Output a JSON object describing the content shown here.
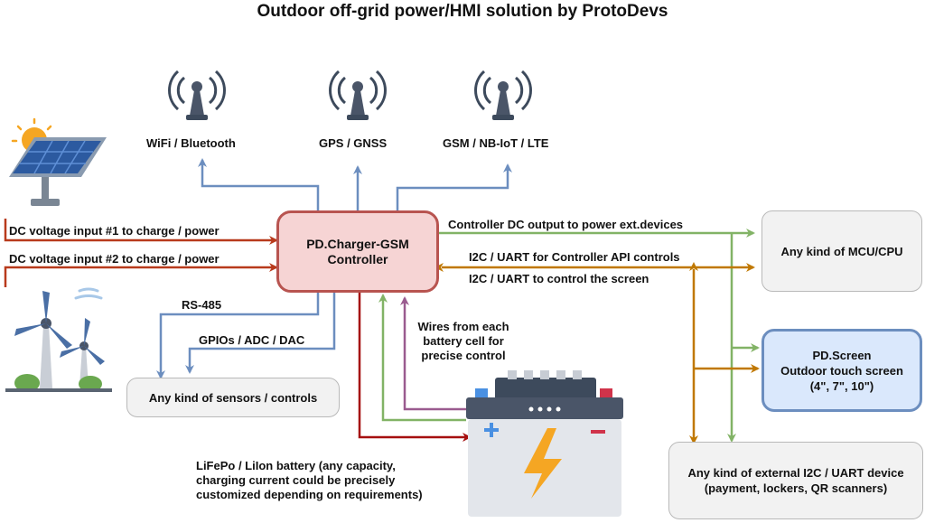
{
  "title": "Outdoor off-grid power/HMI solution by ProtoDevs",
  "antennas": [
    {
      "name": "antenna-wifi-icon",
      "label": "WiFi / Bluetooth"
    },
    {
      "name": "antenna-gps-icon",
      "label": "GPS / GNSS"
    },
    {
      "name": "antenna-gsm-icon",
      "label": "GSM / NB-IoT / LTE"
    }
  ],
  "controller": {
    "label": "PD.Charger-GSM\nController"
  },
  "inputs": {
    "dc1": "DC voltage input #1 to charge / power",
    "dc2": "DC voltage input #2 to charge / power"
  },
  "links": {
    "rs485": "RS-485",
    "gpio": "GPIOs / ADC / DAC",
    "dc_out": "Controller DC output to power ext.devices",
    "i2c_api": "I2C / UART for Controller API controls",
    "i2c_screen": "I2C / UART to control the screen",
    "wires": "Wires from each\nbattery cell for\nprecise control"
  },
  "boxes": {
    "mcu": "Any kind of MCU/CPU",
    "sensors": "Any kind of sensors / controls",
    "screen": "PD.Screen\nOutdoor touch screen\n(4\", 7\", 10\")",
    "external": "Any kind of external I2C / UART device\n(payment, lockers, QR scanners)"
  },
  "battery_note": "LiFePo / LiIon battery (any capacity,\ncharging current could be precisely\ncustomized depending on requirements)",
  "colors": {
    "power_line": "#b83a1c",
    "signal_blue": "#6c8ebf",
    "green_line": "#82b366",
    "orange_line": "#c07800",
    "purple_line": "#9a5b8f",
    "battery_red_line": "#a50f0f"
  }
}
